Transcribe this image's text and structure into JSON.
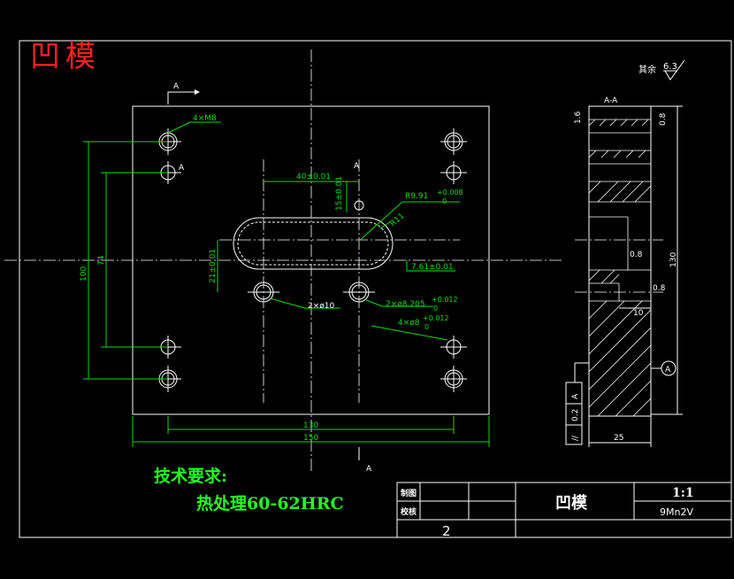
{
  "drawing_title": "凹模",
  "front_view": {
    "section_marker_top": "A",
    "section_marker_bottom": "A",
    "hole_marker": "A",
    "centerline_marker": "A",
    "dims": {
      "holes_m8": "4×M8",
      "d40": "40±0.01",
      "d15": "15±0.01",
      "r991": "R9.91",
      "r991_tol_upper": "+0.008",
      "r991_tol_lower": "0",
      "r11": "R11",
      "d21": "21±0.01",
      "d761": "7.61±0.01",
      "holes_d10": "2×ø10",
      "holes_d8205": "2×ø8.205",
      "holes_d8205_tol_upper": "+0.012",
      "holes_d8205_tol_lower": "0",
      "holes_d8": "4×ø8",
      "holes_d8_tol_upper": "+0.012",
      "holes_d8_tol_lower": "0",
      "d100": "100",
      "d74": "74",
      "d130": "130",
      "d150": "150"
    }
  },
  "section_view": {
    "label": "A-A",
    "rough_left": "1.6",
    "rough_right": "0.8",
    "rough_mid1": "0.8",
    "rough_mid2": "0.8",
    "d10": "10",
    "d130": "130",
    "d25": "25",
    "datum": "A",
    "tol_symbol": "//",
    "tol_value": "0.2",
    "tol_datum": "A"
  },
  "roughness_note": {
    "label": "其余",
    "value": "6.3"
  },
  "requirements": {
    "heading": "技术要求:",
    "line1": "热处理60-62HRC"
  },
  "title_block": {
    "drawn_label": "制图",
    "checked_label": "校核",
    "part_name": "凹模",
    "scale": "1:1",
    "material": "9Mn2V",
    "sheet_no": "2"
  }
}
